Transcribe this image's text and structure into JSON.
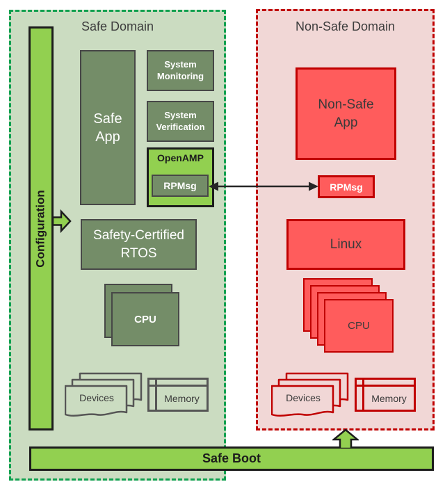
{
  "safe": {
    "title": "Safe Domain",
    "configuration": "Configuration",
    "app": "Safe App",
    "system_monitoring": "System Monitoring",
    "system_verification": "System Verification",
    "openamp": "OpenAMP",
    "rpmsg": "RPMsg",
    "rtos": "Safety-Certified RTOS",
    "cpu": "CPU",
    "devices": "Devices",
    "memory": "Memory"
  },
  "nonsafe": {
    "title": "Non-Safe Domain",
    "app": "Non-Safe App",
    "rpmsg": "RPMsg",
    "linux": "Linux",
    "cpu": "CPU",
    "devices": "Devices",
    "memory": "Memory"
  },
  "footer": {
    "safe_boot": "Safe Boot"
  },
  "icons": {
    "configuration_arrow": "right-block-arrow",
    "rpmsg_link": "bidirectional-arrow",
    "boot_arrow": "up-block-arrow"
  },
  "colors": {
    "safe_background": "#cbdcc1",
    "safe_dashed_border": "#0fa04f",
    "bright_green": "#92d050",
    "sage_green": "#748d68",
    "sage_border": "#474747",
    "nonsafe_background": "#f1d7d6",
    "nonsafe_dashed_border": "#c00000",
    "salmon_red": "#ff5c5c",
    "title_text": "#3d3d3d",
    "arrow_black": "#262626"
  }
}
